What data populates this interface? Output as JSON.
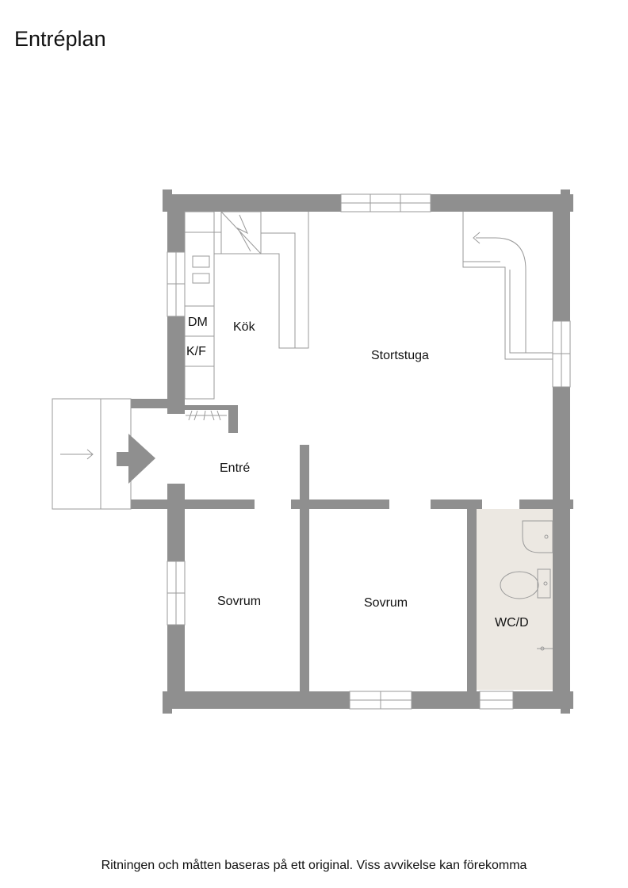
{
  "title": "Entréplan",
  "footer_note": "Ritningen och måtten baseras på ett original. Viss avvikelse kan förekomma",
  "rooms": {
    "kitchen": "Kök",
    "dishwasher": "DM",
    "fridge_freezer": "K/F",
    "living_room": "Stortstuga",
    "entrance": "Entré",
    "bedroom_1": "Sovrum",
    "bedroom_2": "Sovrum",
    "bathroom": "WC/D"
  },
  "colors": {
    "wall": "#8f8f8f",
    "fixture_line": "#9a9a9a",
    "bathroom_floor": "#ece8e2",
    "text": "#111111"
  }
}
